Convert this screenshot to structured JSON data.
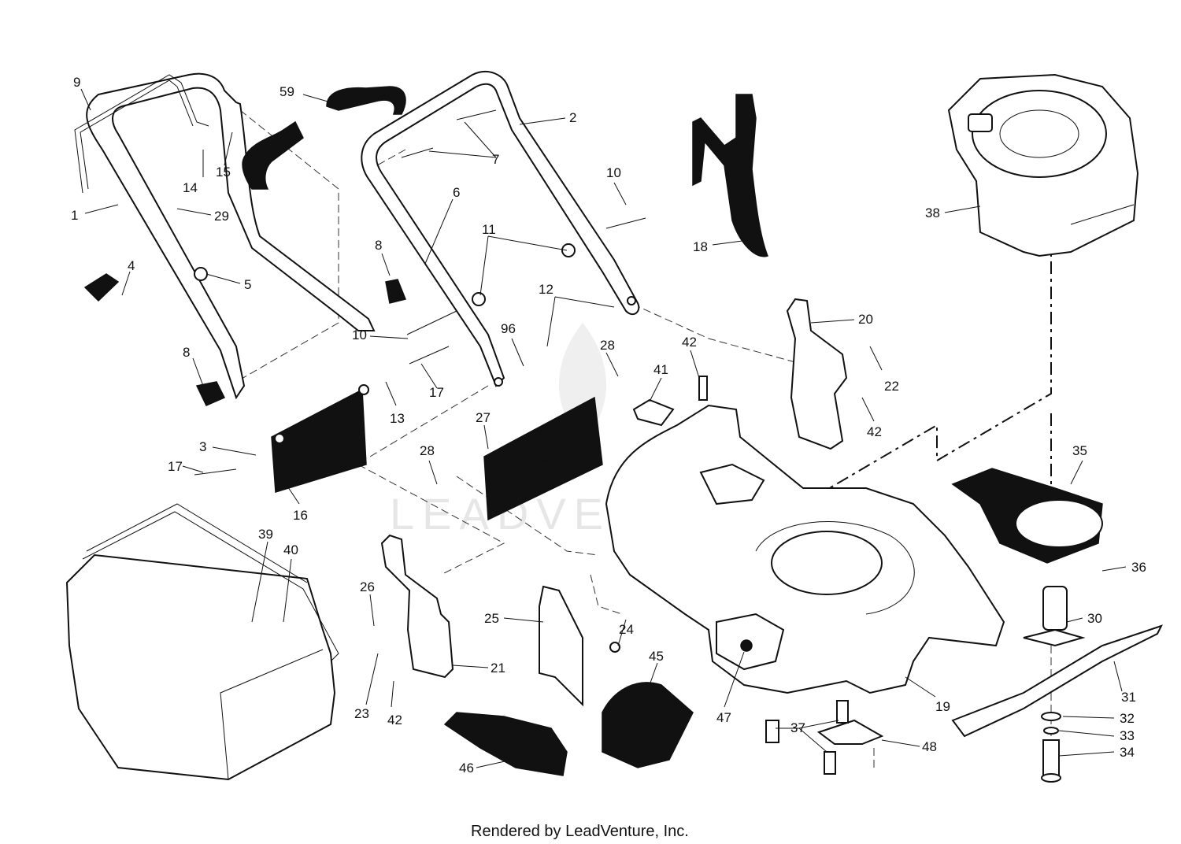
{
  "diagram": {
    "callouts": [
      {
        "n": "9"
      },
      {
        "n": "59"
      },
      {
        "n": "2"
      },
      {
        "n": "7"
      },
      {
        "n": "14"
      },
      {
        "n": "15"
      },
      {
        "n": "1"
      },
      {
        "n": "29"
      },
      {
        "n": "6"
      },
      {
        "n": "10"
      },
      {
        "n": "18"
      },
      {
        "n": "38"
      },
      {
        "n": "4"
      },
      {
        "n": "5"
      },
      {
        "n": "8"
      },
      {
        "n": "11"
      },
      {
        "n": "12"
      },
      {
        "n": "20"
      },
      {
        "n": "42"
      },
      {
        "n": "10"
      },
      {
        "n": "96"
      },
      {
        "n": "28"
      },
      {
        "n": "22"
      },
      {
        "n": "8"
      },
      {
        "n": "17"
      },
      {
        "n": "13"
      },
      {
        "n": "41"
      },
      {
        "n": "42"
      },
      {
        "n": "27"
      },
      {
        "n": "3"
      },
      {
        "n": "28"
      },
      {
        "n": "35"
      },
      {
        "n": "17"
      },
      {
        "n": "16"
      },
      {
        "n": "39"
      },
      {
        "n": "40"
      },
      {
        "n": "36"
      },
      {
        "n": "26"
      },
      {
        "n": "24"
      },
      {
        "n": "25"
      },
      {
        "n": "30"
      },
      {
        "n": "21"
      },
      {
        "n": "45"
      },
      {
        "n": "31"
      },
      {
        "n": "19"
      },
      {
        "n": "23"
      },
      {
        "n": "42"
      },
      {
        "n": "47"
      },
      {
        "n": "32"
      },
      {
        "n": "37"
      },
      {
        "n": "33"
      },
      {
        "n": "48"
      },
      {
        "n": "46"
      },
      {
        "n": "34"
      }
    ],
    "watermark": "LEADVENTURE"
  },
  "footer": {
    "text": "Rendered by LeadVenture, Inc."
  }
}
